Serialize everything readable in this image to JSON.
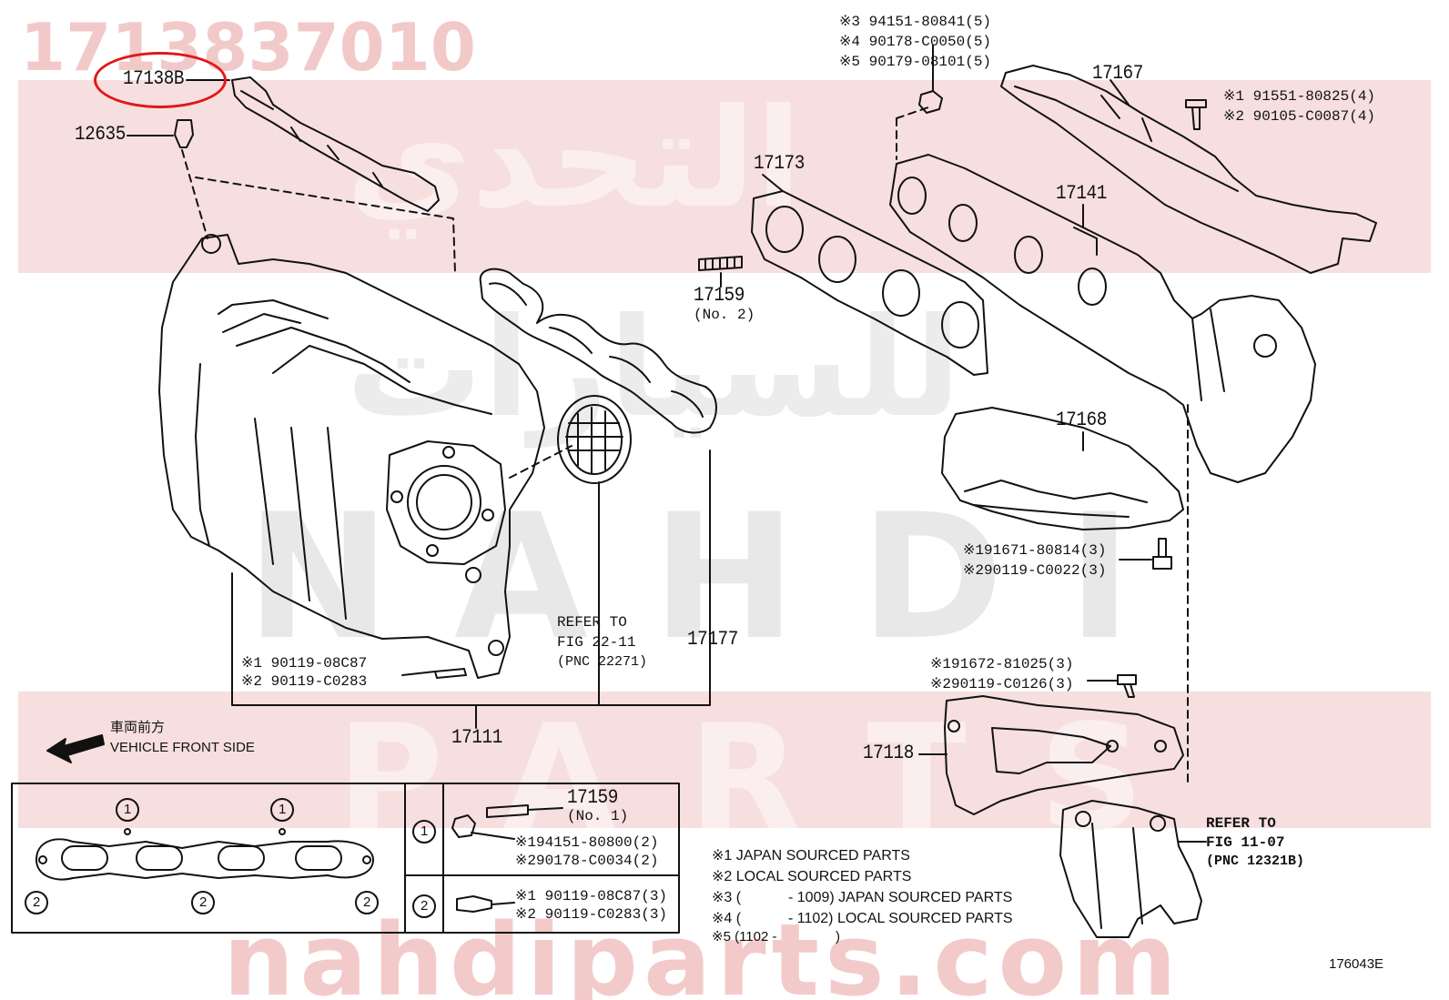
{
  "watermark": {
    "part_number": "1713837010",
    "arabic_top": "التحدي",
    "arabic_mid": "للسيارات",
    "latin_mid": "NAHDI",
    "latin_low": "PARTS",
    "site": "nahdiparts.com"
  },
  "callouts": {
    "highlighted": "17138B",
    "c12635": "12635",
    "c17173": "17173",
    "c17167": "17167",
    "c17141": "17141",
    "c17159": "17159",
    "c17159_note": "(No. 2)",
    "c17168": "17168",
    "c17177": "17177",
    "c17111": "17111",
    "c17118": "17118"
  },
  "nut_notes": {
    "line1": "※3 94151-80841(5)",
    "line2": "※4 90178-C0050(5)",
    "line3": "※5 90179-08101(5)"
  },
  "bolt_17167_notes": {
    "line1": "※1 91551-80825(4)",
    "line2": "※2 90105-C0087(4)"
  },
  "bolt_17168_notes": {
    "line1": "※191671-80814(3)",
    "line2": "※290119-C0022(3)"
  },
  "bolt_17118_notes": {
    "line1": "※191672-81025(3)",
    "line2": "※290119-C0126(3)"
  },
  "bolt_manifold_notes": {
    "line1": "※1 90119-08C87",
    "line2": "※2 90119-C0283"
  },
  "refer_22": {
    "line1": "REFER TO",
    "line2": "FIG 22-11",
    "line3": "(PNC 22271)"
  },
  "refer_11": {
    "line1": "REFER TO",
    "line2": "FIG 11-07",
    "line3": "(PNC 12321B)"
  },
  "front_arrow": {
    "jp": "車両前方",
    "en": "VEHICLE FRONT SIDE"
  },
  "table": {
    "row1_symbol": "1",
    "row2_symbol": "2",
    "part": "17159",
    "part_note": "(No. 1)",
    "row1_line1": "※194151-80800(2)",
    "row1_line2": "※290178-C0034(2)",
    "row2_line1": "※1 90119-08C87(3)",
    "row2_line2": "※2 90119-C0283(3)",
    "gasket_mark1": "1",
    "gasket_mark2": "2"
  },
  "legend": {
    "l1": "※1 JAPAN SOURCED PARTS",
    "l2": "※2 LOCAL SOURCED PARTS",
    "l3a": "※3 (",
    "l3b": "- 1009) JAPAN SOURCED PARTS",
    "l4a": "※4 (",
    "l4b": "- 1102) LOCAL SOURCED PARTS",
    "l5a": "※5 (1102 -",
    "l5b": ")"
  },
  "figure_id": "176043E",
  "colors": {
    "highlight_ring": "#e01818",
    "watermark_band": "#f7dfdf",
    "watermark_text": "#f2c9c9",
    "line_art": "#111111"
  }
}
